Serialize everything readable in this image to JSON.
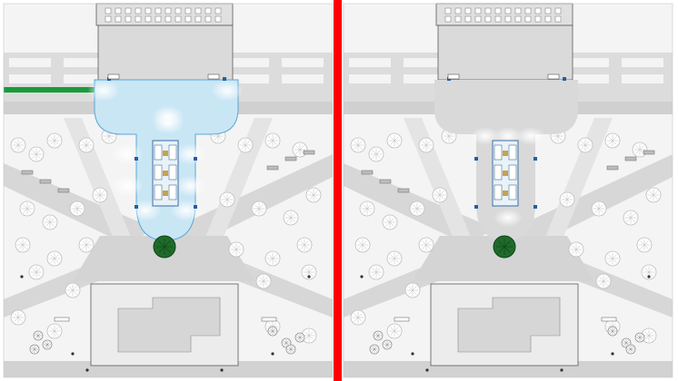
{
  "figure": {
    "panels": [
      {
        "id": "left",
        "state": "lighting-on",
        "lit_area_color": "#c9e6f4",
        "fixture_color": "#1f5fa8"
      },
      {
        "id": "right",
        "state": "lighting-off",
        "lit_area_color": "#d9d9d9",
        "fixture_color": "#1f5fa8"
      }
    ],
    "divider_color": "#ff0000",
    "path_color": "#d7d7d7",
    "lawn_color": "#f4f4f4",
    "building_fill": "#d6d6d6",
    "building_stroke": "#5a5a5a",
    "tree_color": "#1e6b2a",
    "track_color": "#1a9a3a",
    "canopy_icon": "tree-icon",
    "fixture_icon": "light-fixture-icon"
  }
}
